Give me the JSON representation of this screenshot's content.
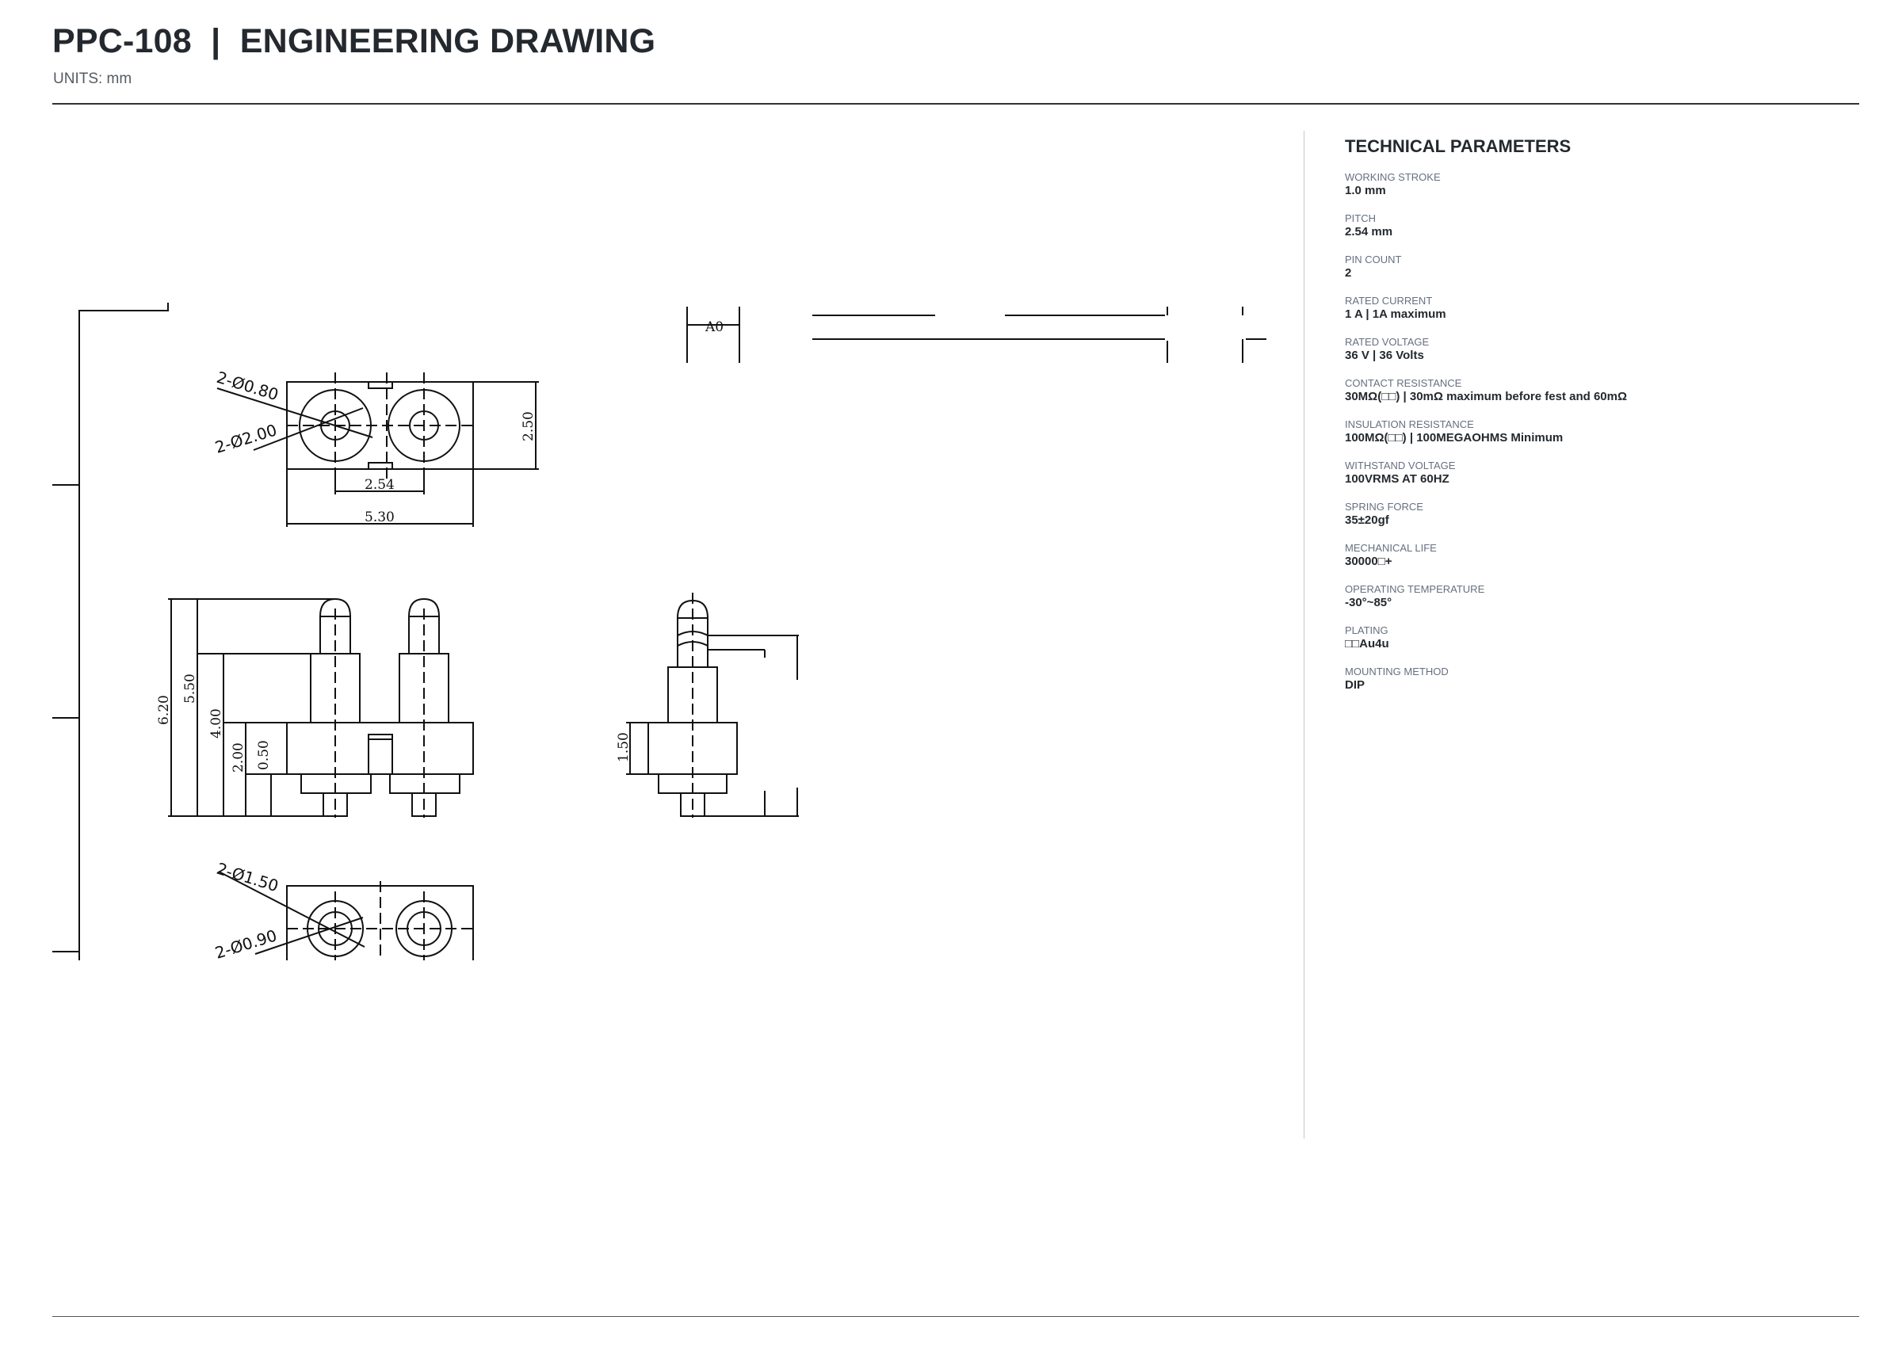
{
  "header": {
    "title": "PPC-108  |  ENGINEERING DRAWING",
    "units": "UNITS: mm"
  },
  "drawing": {
    "dims": {
      "hole_small_top": "2-Ø0.80",
      "hole_large_top": "2-Ø2.00",
      "pitch": "2.54",
      "body_width": "5.30",
      "body_depth": "2.50",
      "total_height": "6.20",
      "height_5_50": "5.50",
      "height_4_00": "4.00",
      "height_2_00": "2.00",
      "height_0_50": "0.50",
      "side_1_50": "1.50",
      "ref_a0": "A0",
      "hole_outer_bottom": "2-Ø1.50",
      "hole_inner_bottom": "2-Ø0.90"
    }
  },
  "panel": {
    "title": "TECHNICAL PARAMETERS",
    "params": [
      {
        "label": "WORKING STROKE",
        "value": "1.0 mm"
      },
      {
        "label": "PITCH",
        "value": "2.54 mm"
      },
      {
        "label": "PIN COUNT",
        "value": "2"
      },
      {
        "label": "RATED CURRENT",
        "value": "1 A | 1A maximum"
      },
      {
        "label": "RATED VOLTAGE",
        "value": "36 V | 36 Volts"
      },
      {
        "label": "CONTACT RESISTANCE",
        "value": "30MΩ(□□) | 30mΩ maximum before fest and 60mΩ"
      },
      {
        "label": "INSULATION RESISTANCE",
        "value": "100MΩ(□□) | 100MEGAOHMS Minimum"
      },
      {
        "label": "WITHSTAND VOLTAGE",
        "value": "100VRMS AT 60HZ"
      },
      {
        "label": "SPRING FORCE",
        "value": "35±20gf"
      },
      {
        "label": "MECHANICAL LIFE",
        "value": "30000□+"
      },
      {
        "label": "OPERATING TEMPERATURE",
        "value": "-30°~85°"
      },
      {
        "label": "PLATING",
        "value": "□□Au4u"
      },
      {
        "label": "MOUNTING METHOD",
        "value": "DIP"
      }
    ]
  }
}
